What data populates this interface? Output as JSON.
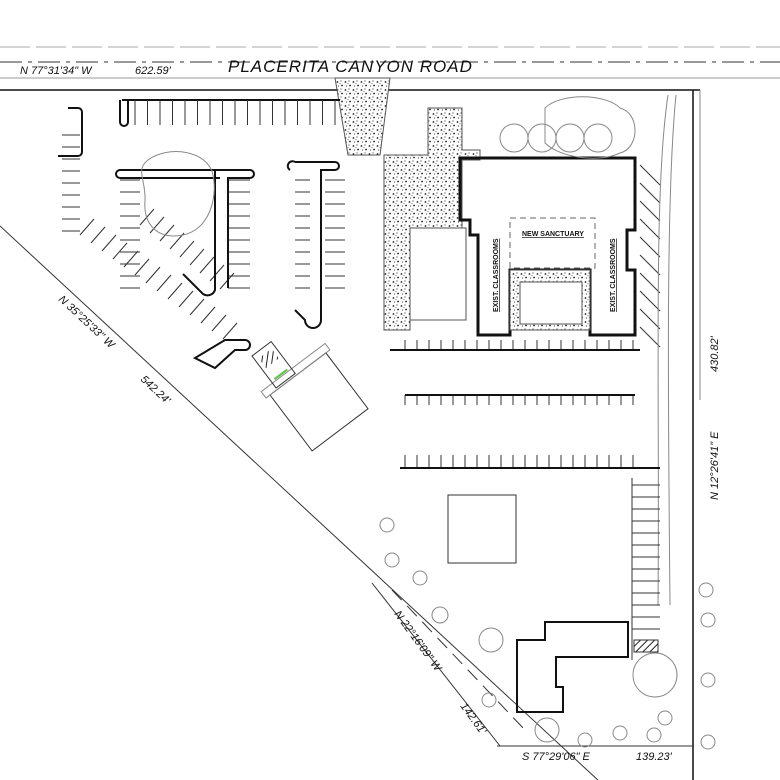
{
  "road": {
    "name": "PLACERITA CANYON ROAD"
  },
  "bearings": {
    "north": {
      "bearing": "N 77°31'34\" W",
      "distance": "622.59'"
    },
    "west": {
      "bearing": "N 35°25'33\" W",
      "distance": "542.24'"
    },
    "east": {
      "bearing": "N 12°26'41\" E",
      "distance": "430.82'"
    },
    "southwest": {
      "bearing": "N 22°16'09\" W",
      "distance": "142.61'"
    },
    "south": {
      "bearing": "S 77°29'06\" E",
      "distance": "139.23'"
    }
  },
  "buildings": {
    "sanctuary": "NEW SANCTUARY",
    "classrooms_west": "EXIST. CLASSROOMS",
    "classrooms_east": "EXIST. CLASSROOMS"
  },
  "colors": {
    "linework": "#111111",
    "notes": "#777777",
    "accent": "#5fbf3f"
  }
}
